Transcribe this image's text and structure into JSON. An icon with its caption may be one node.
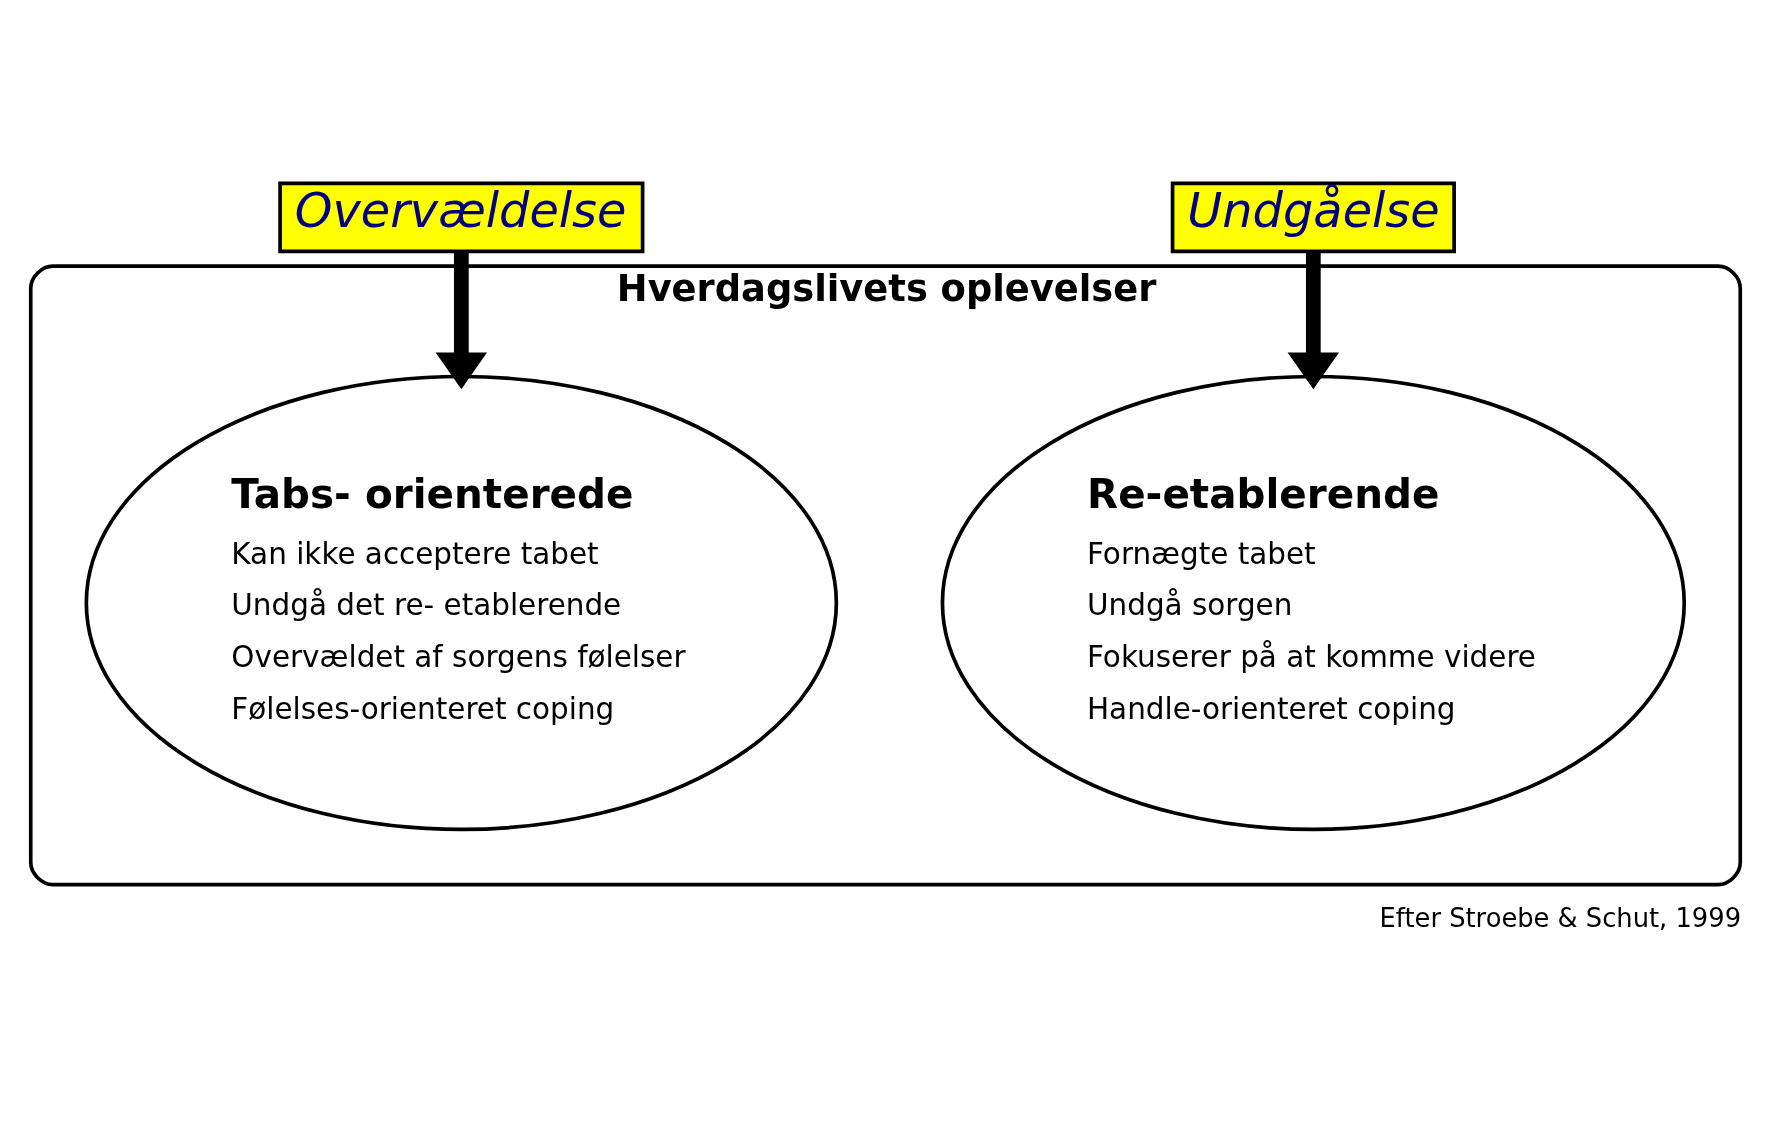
{
  "diagram": {
    "caption": "Efter Stroebe & Schut, 1999",
    "nodes": [
      {
        "text": [
          "Hverdagslivets oplevelser"
        ]
      },
      {
        "text": [
          "Tabs- orienterede",
          "Kan ikke acceptere tabet",
          "Undgå det re- etablerende",
          "Overvældet af sorgens følelser",
          "Følelses-orienteret coping"
        ],
        "in": 0
      },
      {
        "text": [
          "Re-etablerende",
          "Fornægte tabet",
          "Undgå sorgen",
          "Fokuserer på at komme videre",
          "Handle-orienteret coping"
        ],
        "in": 0
      },
      {
        "text": [
          "Overvældelse"
        ]
      },
      {
        "text": [
          "Undgåelse"
        ]
      }
    ],
    "edges": [
      {
        "from": 3,
        "to": 1,
        "arrow": "to"
      },
      {
        "from": 4,
        "to": 2,
        "arrow": "to"
      }
    ]
  }
}
